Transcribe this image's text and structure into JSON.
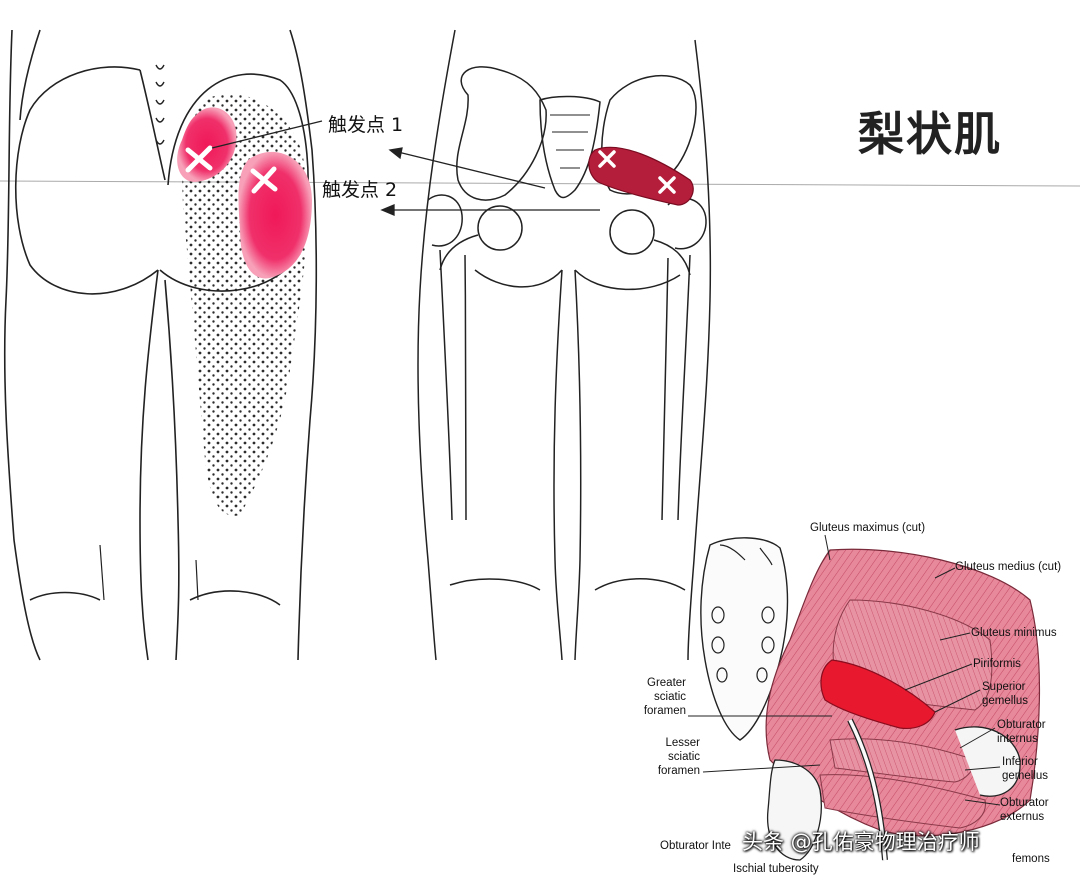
{
  "title": "梨状肌",
  "trigger_points": [
    {
      "label": "触发点 1"
    },
    {
      "label": "触发点 2"
    }
  ],
  "anatomy_labels": {
    "gluteus_maximus": "Gluteus maximus (cut)",
    "gluteus_medius": "Gluteus medius (cut)",
    "gluteus_minimus": "Gluteus minimus",
    "piriformis": "Piriformis",
    "superior_gemellus": [
      "Superior",
      "gemellus"
    ],
    "obturator_internus": [
      "Obturator",
      "internus"
    ],
    "inferior_gemellus": [
      "Inferior",
      "gemellus"
    ],
    "obturator_externus": [
      "Obturator",
      "externus"
    ],
    "hamstrings": "femons",
    "greater_sciatic": [
      "Greater",
      "sciatic",
      "foramen"
    ],
    "lesser_sciatic": [
      "Lesser",
      "sciatic",
      "foramen"
    ],
    "obturator_bottom": "Obturator Inte",
    "ischial": "Ischial tuberosity"
  },
  "watermark": "头条 @孔佑豪物理治疗师",
  "colors": {
    "pain": "#f0185c",
    "muscle": "#e0283a",
    "muscle_light": "#e8889a",
    "line": "#222222"
  }
}
